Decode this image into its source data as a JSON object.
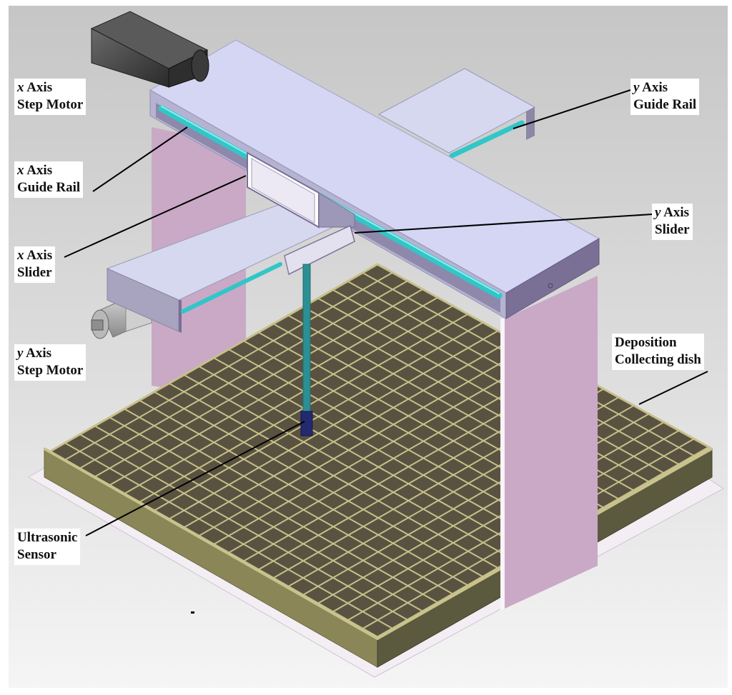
{
  "labels": {
    "x_step_motor": {
      "var": "x",
      "line1_rest": " Axis",
      "line2": "Step Motor"
    },
    "x_guide_rail": {
      "var": "x",
      "line1_rest": " Axis",
      "line2": "Guide Rail"
    },
    "x_slider": {
      "var": "x",
      "line1_rest": " Axis",
      "line2": "Slider"
    },
    "y_step_motor": {
      "var": "y",
      "line1_rest": " Axis",
      "line2": "Step Motor"
    },
    "y_guide_rail": {
      "var": "y",
      "line1_rest": " Axis",
      "line2": "Guide Rail"
    },
    "y_slider": {
      "var": "y",
      "line1_rest": " Axis",
      "line2": "Slider"
    },
    "deposition_dish": {
      "line1": "Deposition",
      "line2": "Collecting dish"
    },
    "ultrasonic_sensor": {
      "line1": "Ultrasonic",
      "line2": "Sensor"
    }
  },
  "colors": {
    "background_top": "#c8c8c8",
    "background_bottom": "#f4f4f4",
    "gantry_top": "#d4d6f3",
    "gantry_side": "#7a6f95",
    "pillar": "#c9a9c6",
    "guide_rail": "#31c6c8",
    "dish_rim": "#a9a57a",
    "dish_floor": "#5f5745",
    "grid_line": "#c7c08a",
    "motor": "#3d3d3d",
    "base_plate": "#f2eef3"
  }
}
